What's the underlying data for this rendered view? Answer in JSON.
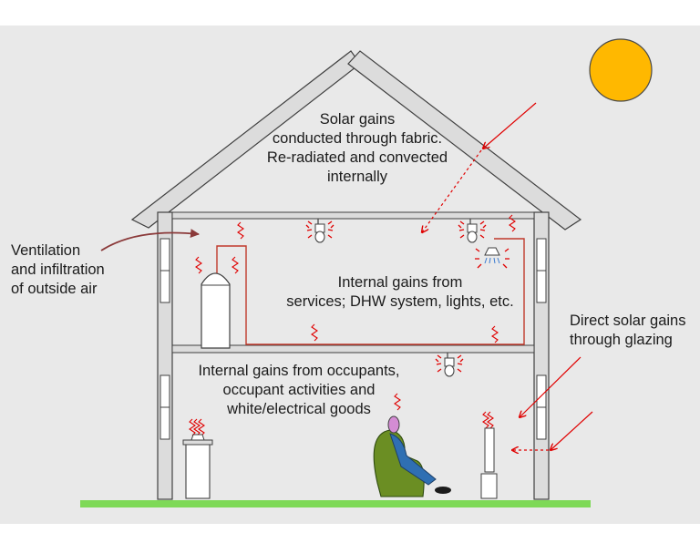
{
  "labels": {
    "solar_fabric": "Solar gains\nconducted through fabric.\nRe-radiated and convected\ninternally",
    "ventilation": "Ventilation\nand infiltration\nof outside air",
    "internal_services": "Internal gains from\nservices; DHW system, lights, etc.",
    "direct_solar": "Direct solar gains\nthrough glazing",
    "internal_occupants": "Internal gains from occupants,\noccupant activities and\nwhite/electrical goods"
  },
  "colors": {
    "background": "#e9e9e9",
    "wall_fill": "#dcdcdc",
    "outline": "#404040",
    "sun": "#ffb800",
    "ground": "#7ed957",
    "heat": "#d40000",
    "arrow_brown": "#8b3a3a",
    "chair": "#6b8e23",
    "person_head": "#d48cd4",
    "person_body": "#2f6fb3"
  }
}
